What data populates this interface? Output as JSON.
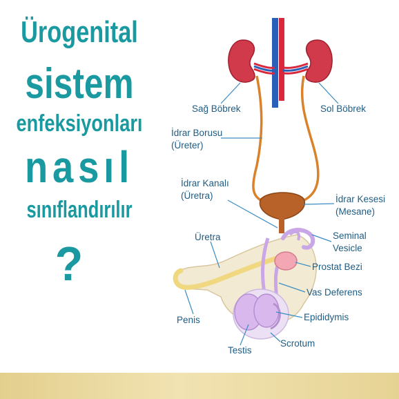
{
  "title": {
    "line1": "Ürogenital",
    "line2": "sistem",
    "line3": "enfeksiyonları",
    "line4": "nasıl",
    "line5": "sınıflandırılır",
    "line6": "?"
  },
  "labels": {
    "sag_bobrek": "Sağ Böbrek",
    "sol_bobrek": "Sol Böbrek",
    "idrar_borusu_1": "İdrar Borusu",
    "idrar_borusu_2": "(Üreter)",
    "idrar_kanali_1": "İdrar Kanalı",
    "idrar_kanali_2": "(Üretra)",
    "idrar_kesesi_1": "İdrar Kesesi",
    "idrar_kesesi_2": "(Mesane)",
    "uretra": "Üretra",
    "seminal_1": "Seminal",
    "seminal_2": "Vesicle",
    "prostat": "Prostat Bezi",
    "vas_deferens": "Vas Deferens",
    "penis": "Penis",
    "epididymis": "Epididymis",
    "testis": "Testis",
    "scrotum": "Scrotum"
  },
  "colors": {
    "title": "#1a9aa0",
    "label": "#1d5c84",
    "kidney": "#d13a4a",
    "ureter": "#d9822b",
    "bladder": "#b8622a",
    "artery": "#d8283c",
    "vein": "#2a5fb8",
    "prostate": "#f3a6b4",
    "seminal": "#c9a6e6",
    "testis": "#d9b8ee",
    "body": "#f3ead3",
    "band": "#e3cf8d"
  }
}
